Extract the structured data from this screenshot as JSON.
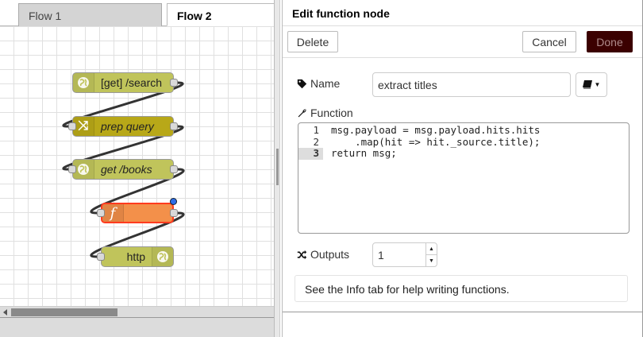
{
  "workspace": {
    "tabs": [
      {
        "label": "Flow 1",
        "active": false
      },
      {
        "label": "Flow 2",
        "active": true
      }
    ],
    "nodes": [
      {
        "label": "[get] /search",
        "type": "http in",
        "icon": "globe-icon",
        "color": "#c0c45b"
      },
      {
        "label": "prep query",
        "type": "change",
        "icon": "shuffle-icon",
        "color": "#b8a818"
      },
      {
        "label": "get /books",
        "type": "http request",
        "icon": "globe-icon",
        "color": "#c0c45b"
      },
      {
        "label": "",
        "type": "function",
        "icon": "function-icon",
        "color": "#f3904a",
        "selected": true,
        "changed": true
      },
      {
        "label": "http",
        "type": "http response",
        "icon": "globe-icon",
        "color": "#c0c45b"
      }
    ]
  },
  "panel": {
    "title": "Edit function node",
    "toolbar": {
      "delete_label": "Delete",
      "cancel_label": "Cancel",
      "done_label": "Done"
    },
    "name": {
      "label": "Name",
      "value": "extract titles"
    },
    "function": {
      "label": "Function",
      "lines": [
        {
          "num": "1",
          "code": "msg.payload = msg.payload.hits.hits"
        },
        {
          "num": "2",
          "code": "    .map(hit => hit._source.title);"
        },
        {
          "num": "3",
          "code": "return msg;"
        }
      ]
    },
    "outputs": {
      "label": "Outputs",
      "value": "1"
    },
    "tip": "See the Info tab for help writing functions."
  },
  "colors": {
    "done_button": "#3b0000",
    "selected_border": "#ff3b1f",
    "changed_dot": "#2f6ee8"
  }
}
